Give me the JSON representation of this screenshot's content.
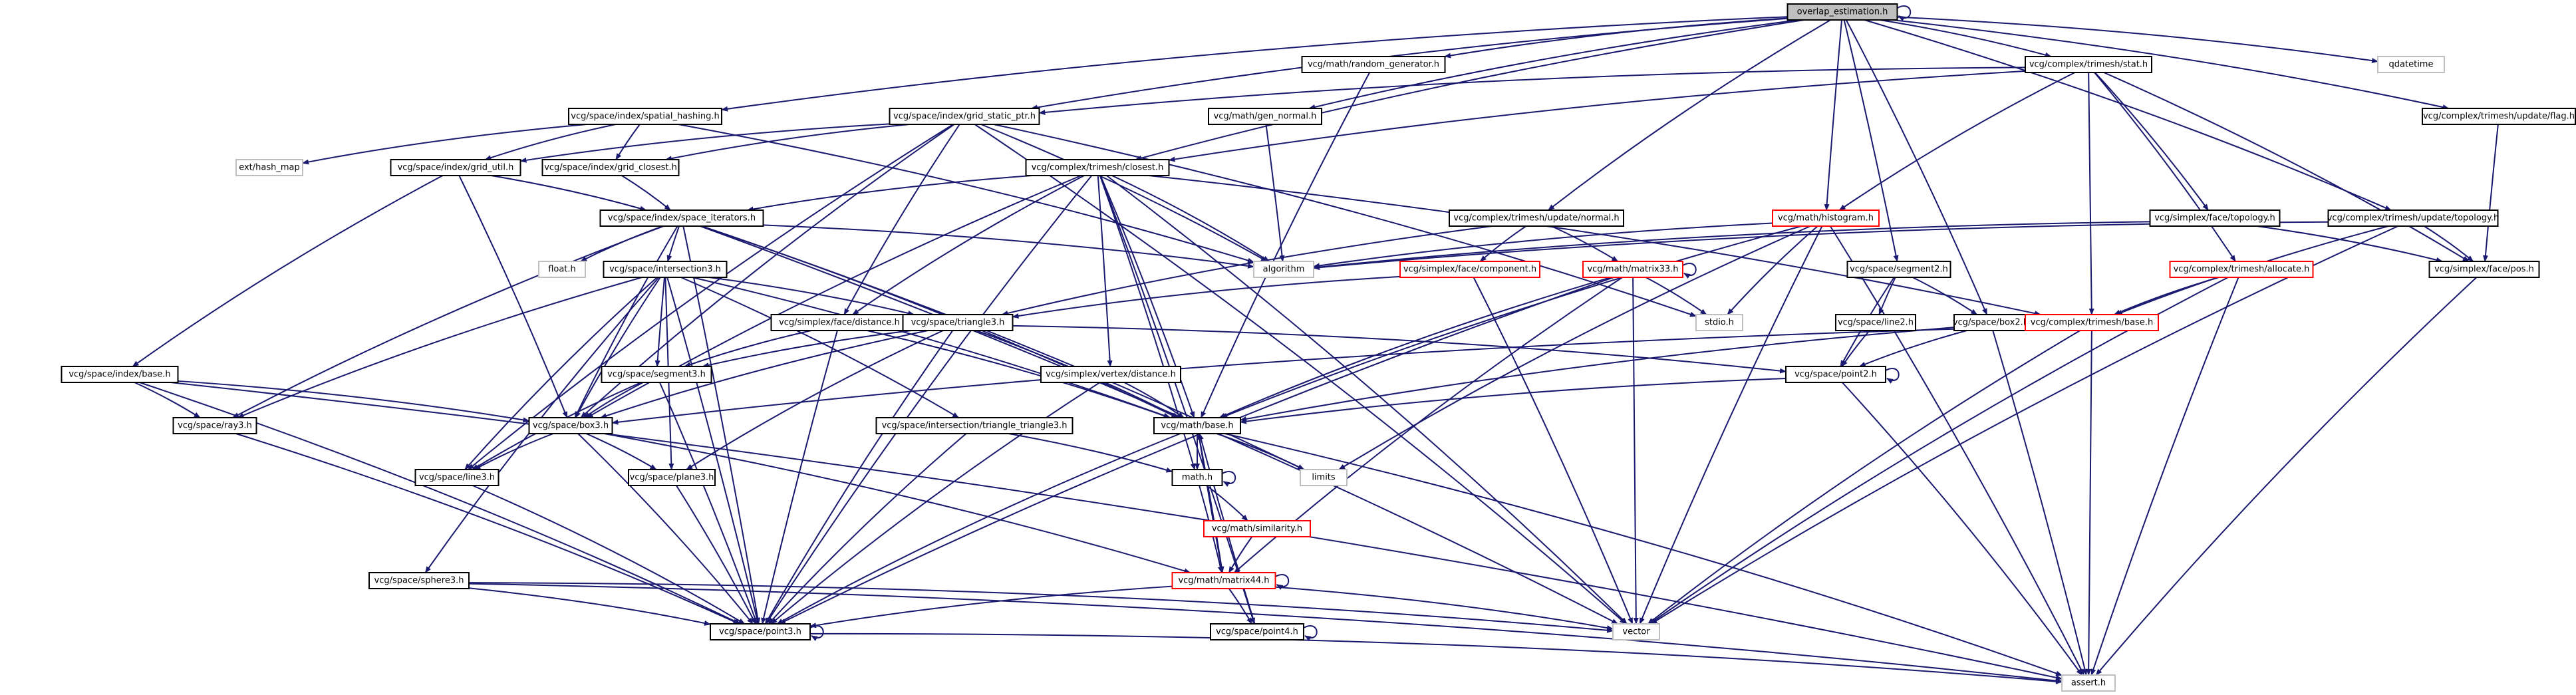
{
  "colors": {
    "edge": "#191970",
    "node_border": "#000000",
    "node_fill": "#ffffff",
    "root_fill": "#bfbfbf",
    "stdlib_border": "#bfbfbf",
    "incomplete_border": "#ff0000"
  },
  "nodes": [
    {
      "id": "root",
      "label": "overlap_estimation.h",
      "style": "root"
    },
    {
      "id": "random_gen",
      "label": "vcg/math/random_generator.h",
      "style": "normal"
    },
    {
      "id": "stat",
      "label": "vcg/complex/trimesh/stat.h",
      "style": "normal"
    },
    {
      "id": "qdatetime",
      "label": "qdatetime",
      "style": "stdlib"
    },
    {
      "id": "spatial_hashing",
      "label": "vcg/space/index/spatial_hashing.h",
      "style": "normal"
    },
    {
      "id": "grid_static_ptr",
      "label": "vcg/space/index/grid_static_ptr.h",
      "style": "normal"
    },
    {
      "id": "gen_normal",
      "label": "vcg/math/gen_normal.h",
      "style": "normal"
    },
    {
      "id": "update_flag",
      "label": "vcg/complex/trimesh/update/flag.h",
      "style": "normal"
    },
    {
      "id": "hash_map",
      "label": "ext/hash_map",
      "style": "stdlib"
    },
    {
      "id": "grid_util",
      "label": "vcg/space/index/grid_util.h",
      "style": "normal"
    },
    {
      "id": "grid_closest",
      "label": "vcg/space/index/grid_closest.h",
      "style": "normal"
    },
    {
      "id": "closest",
      "label": "vcg/complex/trimesh/closest.h",
      "style": "normal"
    },
    {
      "id": "space_iterators",
      "label": "vcg/space/index/space_iterators.h",
      "style": "normal"
    },
    {
      "id": "update_normal",
      "label": "vcg/complex/trimesh/update/normal.h",
      "style": "normal"
    },
    {
      "id": "histogram",
      "label": "vcg/math/histogram.h",
      "style": "incomplete"
    },
    {
      "id": "face_topology",
      "label": "vcg/simplex/face/topology.h",
      "style": "normal"
    },
    {
      "id": "update_topology",
      "label": "vcg/complex/trimesh/update/topology.h",
      "style": "normal"
    },
    {
      "id": "float_h",
      "label": "float.h",
      "style": "stdlib"
    },
    {
      "id": "intersection3",
      "label": "vcg/space/intersection3.h",
      "style": "normal"
    },
    {
      "id": "algorithm",
      "label": "algorithm",
      "style": "stdlib"
    },
    {
      "id": "face_component",
      "label": "vcg/simplex/face/component.h",
      "style": "incomplete"
    },
    {
      "id": "matrix33",
      "label": "vcg/math/matrix33.h",
      "style": "incomplete"
    },
    {
      "id": "segment2",
      "label": "vcg/space/segment2.h",
      "style": "normal"
    },
    {
      "id": "allocate",
      "label": "vcg/complex/trimesh/allocate.h",
      "style": "incomplete"
    },
    {
      "id": "face_pos",
      "label": "vcg/simplex/face/pos.h",
      "style": "normal"
    },
    {
      "id": "line2",
      "label": "vcg/space/line2.h",
      "style": "normal"
    },
    {
      "id": "box2",
      "label": "vcg/space/box2.h",
      "style": "normal"
    },
    {
      "id": "stdio",
      "label": "stdio.h",
      "style": "stdlib"
    },
    {
      "id": "face_distance",
      "label": "vcg/simplex/face/distance.h",
      "style": "normal"
    },
    {
      "id": "triangle3",
      "label": "vcg/space/triangle3.h",
      "style": "normal"
    },
    {
      "id": "trimesh_base",
      "label": "vcg/complex/trimesh/base.h",
      "style": "incomplete"
    },
    {
      "id": "index_base",
      "label": "vcg/space/index/base.h",
      "style": "normal"
    },
    {
      "id": "segment3",
      "label": "vcg/space/segment3.h",
      "style": "normal"
    },
    {
      "id": "vertex_distance",
      "label": "vcg/simplex/vertex/distance.h",
      "style": "normal"
    },
    {
      "id": "point2",
      "label": "vcg/space/point2.h",
      "style": "normal"
    },
    {
      "id": "ray3",
      "label": "vcg/space/ray3.h",
      "style": "normal"
    },
    {
      "id": "box3",
      "label": "vcg/space/box3.h",
      "style": "normal"
    },
    {
      "id": "tri_tri3",
      "label": "vcg/space/intersection/triangle_triangle3.h",
      "style": "normal"
    },
    {
      "id": "math_base",
      "label": "vcg/math/base.h",
      "style": "normal"
    },
    {
      "id": "line3",
      "label": "vcg/space/line3.h",
      "style": "normal"
    },
    {
      "id": "plane3",
      "label": "vcg/space/plane3.h",
      "style": "normal"
    },
    {
      "id": "math_h",
      "label": "math.h",
      "style": "normal"
    },
    {
      "id": "limits",
      "label": "limits",
      "style": "stdlib"
    },
    {
      "id": "similarity",
      "label": "vcg/math/similarity.h",
      "style": "incomplete"
    },
    {
      "id": "sphere3",
      "label": "vcg/space/sphere3.h",
      "style": "normal"
    },
    {
      "id": "matrix44",
      "label": "vcg/math/matrix44.h",
      "style": "incomplete"
    },
    {
      "id": "vector",
      "label": "vector",
      "style": "stdlib"
    },
    {
      "id": "point3",
      "label": "vcg/space/point3.h",
      "style": "normal"
    },
    {
      "id": "point4",
      "label": "vcg/space/point4.h",
      "style": "normal"
    },
    {
      "id": "assert",
      "label": "assert.h",
      "style": "stdlib"
    }
  ],
  "edges": [
    [
      "root",
      "root"
    ],
    [
      "root",
      "random_gen"
    ],
    [
      "root",
      "stat"
    ],
    [
      "root",
      "qdatetime"
    ],
    [
      "root",
      "spatial_hashing"
    ],
    [
      "root",
      "grid_static_ptr"
    ],
    [
      "root",
      "gen_normal"
    ],
    [
      "root",
      "update_flag"
    ],
    [
      "root",
      "closest"
    ],
    [
      "root",
      "update_normal"
    ],
    [
      "root",
      "histogram"
    ],
    [
      "root",
      "update_topology"
    ],
    [
      "root",
      "box2"
    ],
    [
      "root",
      "segment2"
    ],
    [
      "random_gen",
      "math_base"
    ],
    [
      "stat",
      "grid_static_ptr"
    ],
    [
      "stat",
      "closest"
    ],
    [
      "stat",
      "histogram"
    ],
    [
      "stat",
      "face_topology"
    ],
    [
      "stat",
      "allocate"
    ],
    [
      "stat",
      "face_pos"
    ],
    [
      "stat",
      "trimesh_base"
    ],
    [
      "spatial_hashing",
      "hash_map"
    ],
    [
      "spatial_hashing",
      "grid_util"
    ],
    [
      "spatial_hashing",
      "grid_closest"
    ],
    [
      "spatial_hashing",
      "algorithm"
    ],
    [
      "grid_static_ptr",
      "grid_util"
    ],
    [
      "grid_static_ptr",
      "grid_closest"
    ],
    [
      "grid_static_ptr",
      "algorithm"
    ],
    [
      "grid_static_ptr",
      "vector"
    ],
    [
      "grid_static_ptr",
      "face_distance"
    ],
    [
      "grid_static_ptr",
      "line3"
    ],
    [
      "grid_static_ptr",
      "stdio"
    ],
    [
      "grid_static_ptr",
      "box3"
    ],
    [
      "gen_normal",
      "algorithm"
    ],
    [
      "update_flag",
      "face_pos"
    ],
    [
      "grid_util",
      "space_iterators"
    ],
    [
      "grid_util",
      "index_base"
    ],
    [
      "grid_util",
      "box3"
    ],
    [
      "grid_closest",
      "space_iterators"
    ],
    [
      "closest",
      "space_iterators"
    ],
    [
      "closest",
      "algorithm"
    ],
    [
      "closest",
      "face_distance"
    ],
    [
      "closest",
      "vertex_distance"
    ],
    [
      "closest",
      "math_base"
    ],
    [
      "closest",
      "vector"
    ],
    [
      "closest",
      "point3"
    ],
    [
      "closest",
      "point4"
    ],
    [
      "closest",
      "box3"
    ],
    [
      "closest",
      "trimesh_base"
    ],
    [
      "closest",
      "math_h"
    ],
    [
      "space_iterators",
      "float_h"
    ],
    [
      "space_iterators",
      "intersection3"
    ],
    [
      "space_iterators",
      "algorithm"
    ],
    [
      "space_iterators",
      "ray3"
    ],
    [
      "space_iterators",
      "box3"
    ],
    [
      "space_iterators",
      "vector"
    ],
    [
      "space_iterators",
      "math_base"
    ],
    [
      "space_iterators",
      "point3"
    ],
    [
      "space_iterators",
      "limits"
    ],
    [
      "update_normal",
      "face_component"
    ],
    [
      "update_normal",
      "matrix33"
    ],
    [
      "update_normal",
      "triangle3"
    ],
    [
      "histogram",
      "algorithm"
    ],
    [
      "histogram",
      "vector"
    ],
    [
      "histogram",
      "stdio"
    ],
    [
      "histogram",
      "math_base"
    ],
    [
      "histogram",
      "assert"
    ],
    [
      "histogram",
      "limits"
    ],
    [
      "face_topology",
      "algorithm"
    ],
    [
      "face_topology",
      "face_pos"
    ],
    [
      "update_topology",
      "algorithm"
    ],
    [
      "update_topology",
      "face_pos"
    ],
    [
      "update_topology",
      "trimesh_base"
    ],
    [
      "update_topology",
      "vector"
    ],
    [
      "intersection3",
      "segment3"
    ],
    [
      "intersection3",
      "triangle3"
    ],
    [
      "intersection3",
      "ray3"
    ],
    [
      "intersection3",
      "box3"
    ],
    [
      "intersection3",
      "line3"
    ],
    [
      "intersection3",
      "plane3"
    ],
    [
      "intersection3",
      "sphere3"
    ],
    [
      "intersection3",
      "tri_tri3"
    ],
    [
      "intersection3",
      "point3"
    ],
    [
      "intersection3",
      "math_base"
    ],
    [
      "face_component",
      "triangle3"
    ],
    [
      "face_component",
      "vector"
    ],
    [
      "matrix33",
      "matrix33"
    ],
    [
      "matrix33",
      "stdio"
    ],
    [
      "matrix33",
      "math_base"
    ],
    [
      "matrix33",
      "vector"
    ],
    [
      "matrix33",
      "matrix44"
    ],
    [
      "matrix33",
      "point3"
    ],
    [
      "segment2",
      "line2"
    ],
    [
      "segment2",
      "box2"
    ],
    [
      "segment2",
      "point2"
    ],
    [
      "allocate",
      "trimesh_base"
    ],
    [
      "allocate",
      "vector"
    ],
    [
      "allocate",
      "assert"
    ],
    [
      "face_pos",
      "assert"
    ],
    [
      "line2",
      "point2"
    ],
    [
      "box2",
      "point2"
    ],
    [
      "box2",
      "math_base"
    ],
    [
      "box2",
      "assert"
    ],
    [
      "face_distance",
      "segment3"
    ],
    [
      "face_distance",
      "point3"
    ],
    [
      "face_distance",
      "math_base"
    ],
    [
      "triangle3",
      "segment3"
    ],
    [
      "triangle3",
      "box3"
    ],
    [
      "triangle3",
      "point2"
    ],
    [
      "triangle3",
      "plane3"
    ],
    [
      "triangle3",
      "math_base"
    ],
    [
      "triangle3",
      "point3"
    ],
    [
      "trimesh_base",
      "vector"
    ],
    [
      "trimesh_base",
      "assert"
    ],
    [
      "trimesh_base",
      "box3"
    ],
    [
      "index_base",
      "ray3"
    ],
    [
      "index_base",
      "box3"
    ],
    [
      "index_base",
      "point3"
    ],
    [
      "index_base",
      "assert"
    ],
    [
      "segment3",
      "line3"
    ],
    [
      "segment3",
      "box3"
    ],
    [
      "segment3",
      "point3"
    ],
    [
      "vertex_distance",
      "point3"
    ],
    [
      "vertex_distance",
      "math_base"
    ],
    [
      "point2",
      "point2"
    ],
    [
      "point2",
      "math_base"
    ],
    [
      "point2",
      "assert"
    ],
    [
      "ray3",
      "point3"
    ],
    [
      "box3",
      "line3"
    ],
    [
      "box3",
      "plane3"
    ],
    [
      "box3",
      "point3"
    ],
    [
      "box3",
      "matrix44"
    ],
    [
      "tri_tri3",
      "point3"
    ],
    [
      "tri_tri3",
      "math_h"
    ],
    [
      "math_base",
      "math_h"
    ],
    [
      "math_base",
      "limits"
    ],
    [
      "math_base",
      "assert"
    ],
    [
      "math_base",
      "point3"
    ],
    [
      "math_base",
      "matrix44"
    ],
    [
      "line3",
      "point3"
    ],
    [
      "plane3",
      "point3"
    ],
    [
      "math_h",
      "math_h"
    ],
    [
      "math_h",
      "similarity"
    ],
    [
      "math_h",
      "matrix44"
    ],
    [
      "similarity",
      "matrix44"
    ],
    [
      "sphere3",
      "point3"
    ],
    [
      "sphere3",
      "vector"
    ],
    [
      "sphere3",
      "assert"
    ],
    [
      "matrix44",
      "matrix44"
    ],
    [
      "matrix44",
      "point3"
    ],
    [
      "matrix44",
      "point4"
    ],
    [
      "matrix44",
      "vector"
    ],
    [
      "matrix44",
      "math_base"
    ],
    [
      "point3",
      "point3"
    ],
    [
      "point3",
      "assert"
    ],
    [
      "point4",
      "point4"
    ],
    [
      "point4",
      "math_base"
    ]
  ]
}
